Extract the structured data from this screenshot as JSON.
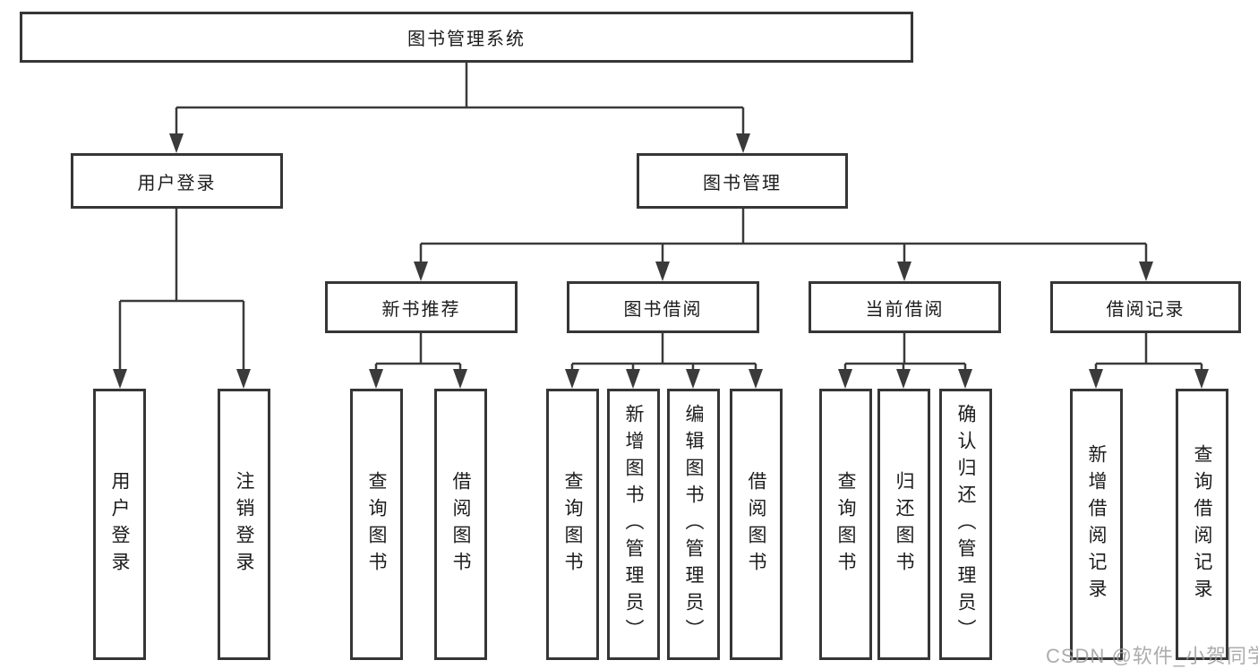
{
  "diagram_title": "图书管理系统",
  "tree": {
    "root": {
      "label": "图书管理系统",
      "children": [
        {
          "label": "用户登录",
          "children": [
            {
              "label": "用户登录"
            },
            {
              "label": "注销登录"
            }
          ]
        },
        {
          "label": "图书管理",
          "children": [
            {
              "label": "新书推荐",
              "children": [
                {
                  "label": "查询图书"
                },
                {
                  "label": "借阅图书"
                }
              ]
            },
            {
              "label": "图书借阅",
              "children": [
                {
                  "label": "查询图书"
                },
                {
                  "label": "新增图书（管理员）"
                },
                {
                  "label": "编辑图书（管理员）"
                },
                {
                  "label": "借阅图书"
                }
              ]
            },
            {
              "label": "当前借阅",
              "children": [
                {
                  "label": "查询图书"
                },
                {
                  "label": "归还图书"
                },
                {
                  "label": "确认归还（管理员）"
                }
              ]
            },
            {
              "label": "借阅记录",
              "children": [
                {
                  "label": "新增借阅记录"
                },
                {
                  "label": "查询借阅记录"
                }
              ]
            }
          ]
        }
      ]
    }
  },
  "watermark": "CSDN @软件_小贺同学",
  "colors": {
    "line": "#3a3a3a",
    "box_border": "#363636",
    "text": "#1c1c1c",
    "watermark": "#9e9e9e",
    "background": "#ffffff"
  }
}
